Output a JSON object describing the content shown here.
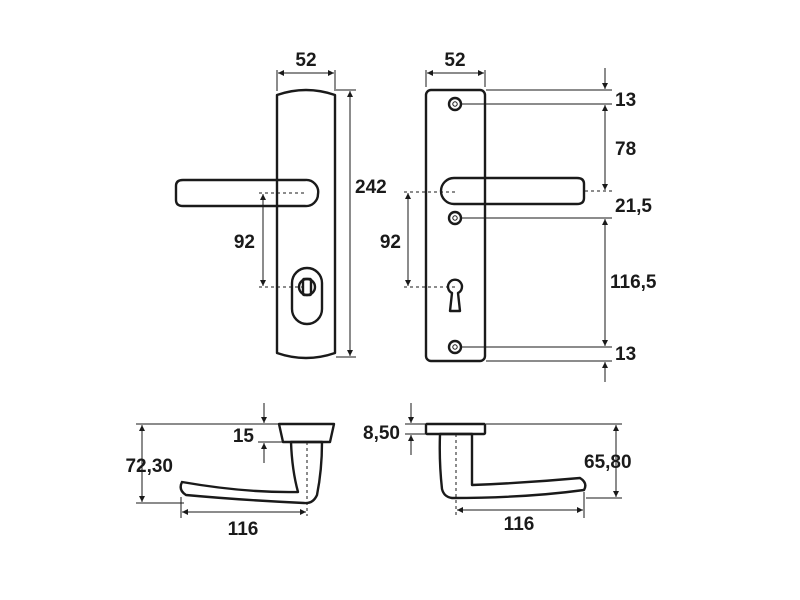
{
  "front_view": {
    "width": "52",
    "height": "242",
    "handle_to_cylinder": "92"
  },
  "back_view": {
    "width": "52",
    "handle_to_cylinder": "92",
    "top_to_screw": "13",
    "screw_to_handle": "78",
    "handle_to_screw": "21,5",
    "screw_to_screw": "116,5",
    "bottom_to_screw": "13"
  },
  "side_view_left": {
    "rosette_height": "15",
    "total_height": "72,30",
    "projection": "116"
  },
  "side_view_right": {
    "rosette_height": "8,50",
    "total_height": "65,80",
    "projection": "116"
  }
}
